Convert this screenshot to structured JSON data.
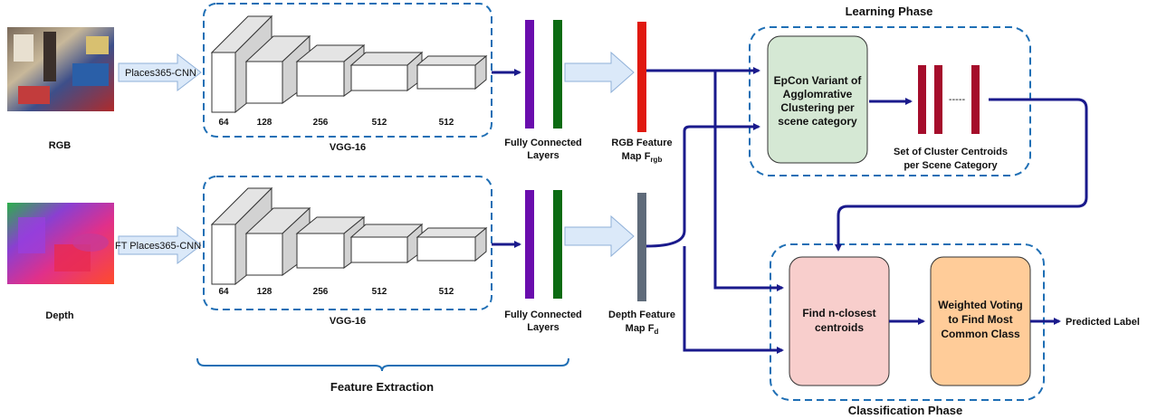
{
  "inputs": {
    "rgb": {
      "caption": "RGB",
      "network": "Places365-CNN"
    },
    "depth": {
      "caption": "Depth",
      "network": "FT Places365-CNN"
    }
  },
  "vgg": {
    "name": "VGG-16",
    "channels": [
      "64",
      "128",
      "256",
      "512",
      "512"
    ]
  },
  "fc": {
    "label_line1": "Fully Connected",
    "label_line2": "Layers"
  },
  "feature_maps": {
    "rgb": {
      "line1": "RGB Feature",
      "line2": "Map F",
      "subscript": "rgb"
    },
    "depth": {
      "line1": "Depth Feature",
      "line2": "Map F",
      "subscript": "d"
    }
  },
  "feature_extraction": "Feature Extraction",
  "learning_phase": {
    "title": "Learning Phase",
    "box_lines": [
      "EpCon Variant of",
      "Agglomrative",
      "Clustering per",
      "scene category"
    ],
    "centroid_ellipsis": "-----",
    "centroids_caption_line1": "Set of Cluster Centroids",
    "centroids_caption_line2": "per Scene Category"
  },
  "classification_phase": {
    "title": "Classification Phase",
    "find_lines": [
      "Find n-closest",
      "centroids"
    ],
    "vote_lines": [
      "Weighted Voting",
      "to Find Most",
      "Common Class"
    ],
    "output": "Predicted Label"
  },
  "colors": {
    "fc_purple": "#6a0dad",
    "fc_green": "#0b6b12",
    "rgb_map": "#e0190f",
    "depth_map": "#5f6b7a",
    "centroid": "#a50d2b",
    "arrow": "#1a1a8c",
    "dash_border": "#1f6fb5",
    "learning_box": "#d5e8d4",
    "find_box": "#f8cecc",
    "vote_box": "#ffcc99"
  }
}
